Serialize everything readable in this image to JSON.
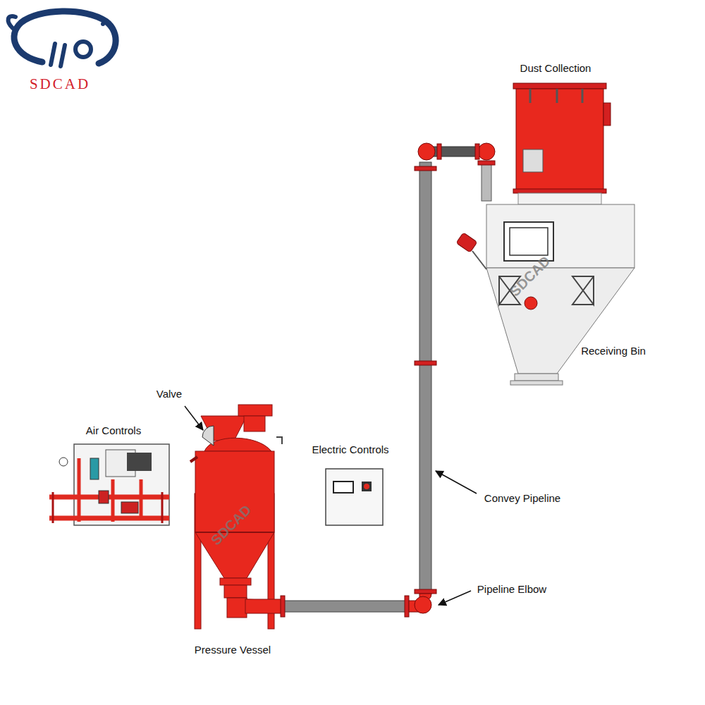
{
  "diagram": {
    "labels": [
      "SDCAD",
      "Dust Collection",
      "Valve",
      "Air Controls",
      "Electric Controls",
      "Receiving Bin",
      "Convey Pipeline",
      "Pipeline Elbow",
      "Pressure Vessel",
      "SDCAD",
      "SDCAD"
    ]
  }
}
